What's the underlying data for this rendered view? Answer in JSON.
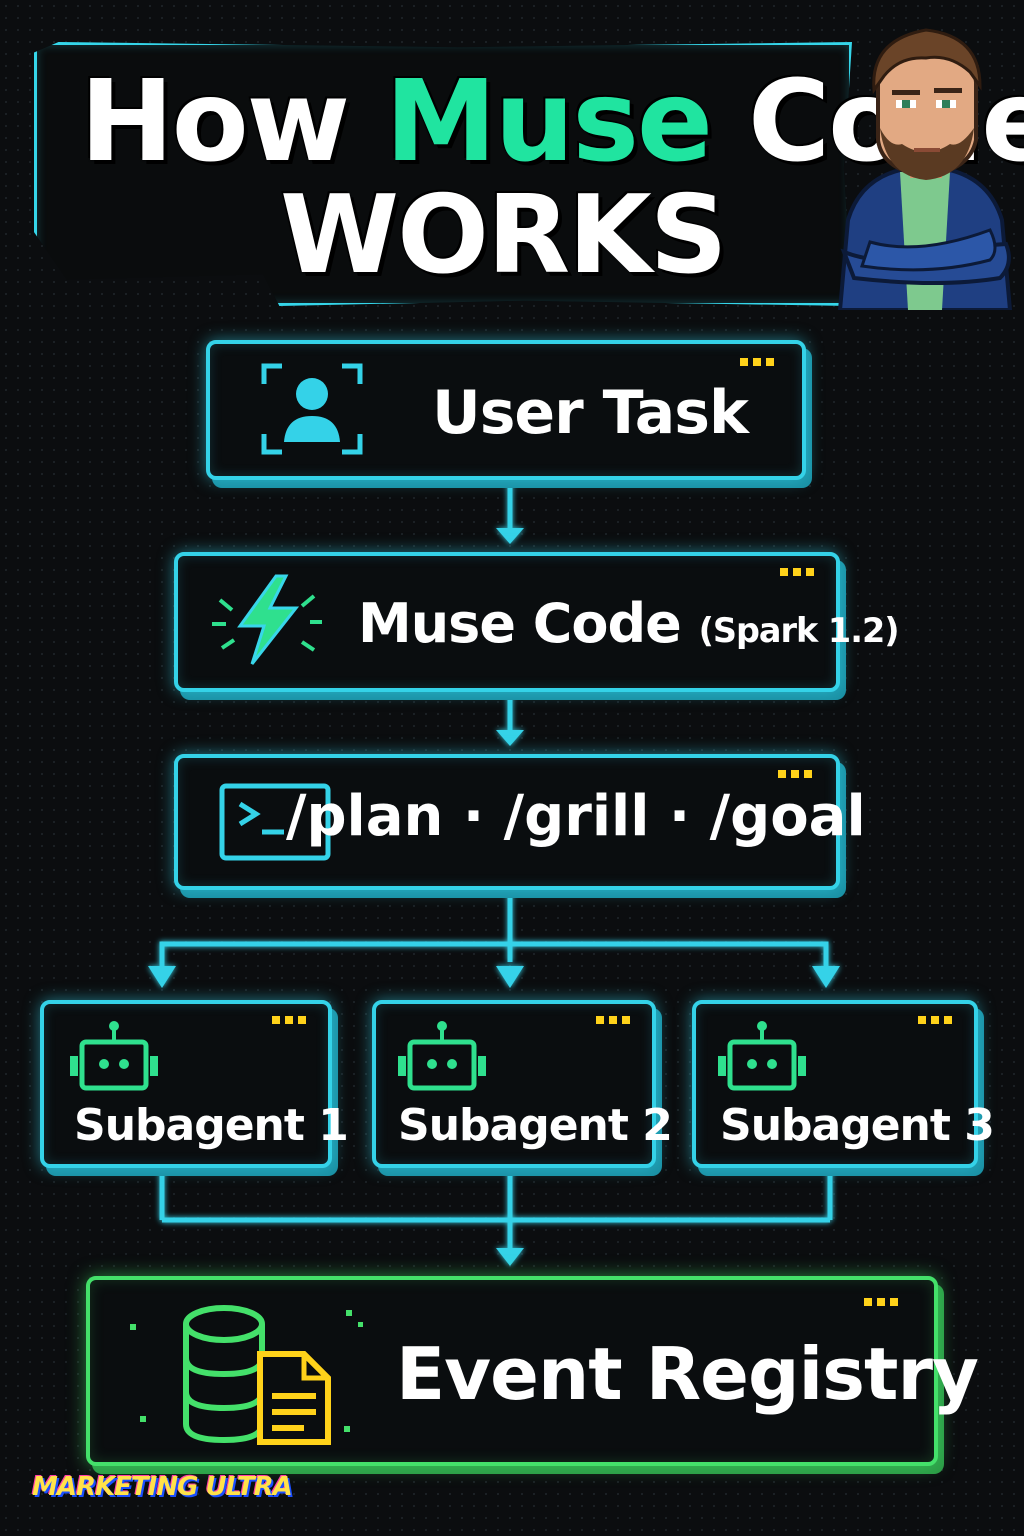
{
  "title": {
    "word_1": "How",
    "word_2": "Muse",
    "word_3": "Code",
    "word_4": "Works"
  },
  "nodes": {
    "user_task": "User Task",
    "muse_code": "Muse Code",
    "muse_code_version": "(Spark 1.2)",
    "commands": "/plan · /grill · /goal",
    "subagents": [
      "Subagent 1",
      "Subagent 2",
      "Subagent 3"
    ],
    "event_registry": "Event Registry"
  },
  "watermark": "MARKETING ULTRA",
  "colors": {
    "background": "#0b0d0f",
    "cyan": "#34d2e8",
    "green": "#44e06a",
    "accent_text": "#20e4a0",
    "yellow": "#ffd21a"
  },
  "icons": {
    "user_task": "user-icon",
    "muse_code": "lightning-icon",
    "commands": "terminal-icon",
    "subagent": "robot-icon",
    "event_registry": "database-document-icon"
  }
}
